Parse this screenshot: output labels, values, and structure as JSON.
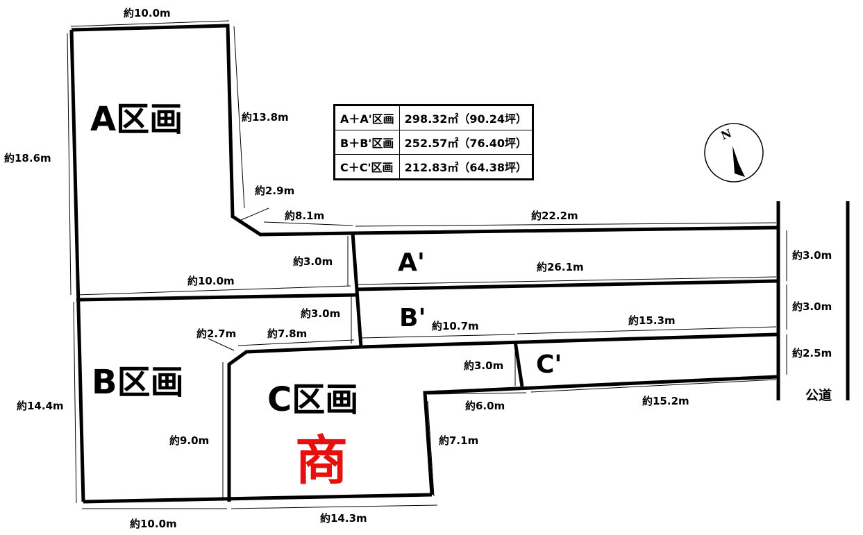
{
  "plots": {
    "a": "A区画",
    "b": "B区画",
    "c": "C区画",
    "a_prime": "A'",
    "b_prime": "B'",
    "c_prime": "C'"
  },
  "commercial_mark": "商",
  "road_label": "公道",
  "north_label": "N",
  "area_table": [
    {
      "plot": "A＋A'区画",
      "area": "298.32㎡（90.24坪）"
    },
    {
      "plot": "B＋B'区画",
      "area": "252.57㎡（76.40坪）"
    },
    {
      "plot": "C＋C'区画",
      "area": "212.83㎡（64.38坪）"
    }
  ],
  "dimensions": {
    "a_top": "約10.0m",
    "a_left": "約18.6m",
    "a_right": "約13.8m",
    "a_chamfer": "約2.9m",
    "a_step": "約8.1m",
    "aprime_top": "約22.2m",
    "aprime_neck": "約3.0m",
    "aprime_width": "約3.0m",
    "ab_boundary": "約10.0m",
    "ab_prime_line": "約26.1m",
    "bprime_neck": "約3.0m",
    "bprime_width": "約3.0m",
    "b_chamfer": "約2.7m",
    "bc_step": "約7.8m",
    "bc_prime_a": "約10.7m",
    "bc_prime_b": "約15.3m",
    "cprime_neck": "約3.0m",
    "cprime_width": "約2.5m",
    "b_left": "約14.4m",
    "bc_boundary": "約9.0m",
    "c_step": "約6.0m",
    "cprime_bottom": "約15.2m",
    "c_right": "約7.1m",
    "b_bottom": "約10.0m",
    "c_bottom": "約14.3m"
  }
}
